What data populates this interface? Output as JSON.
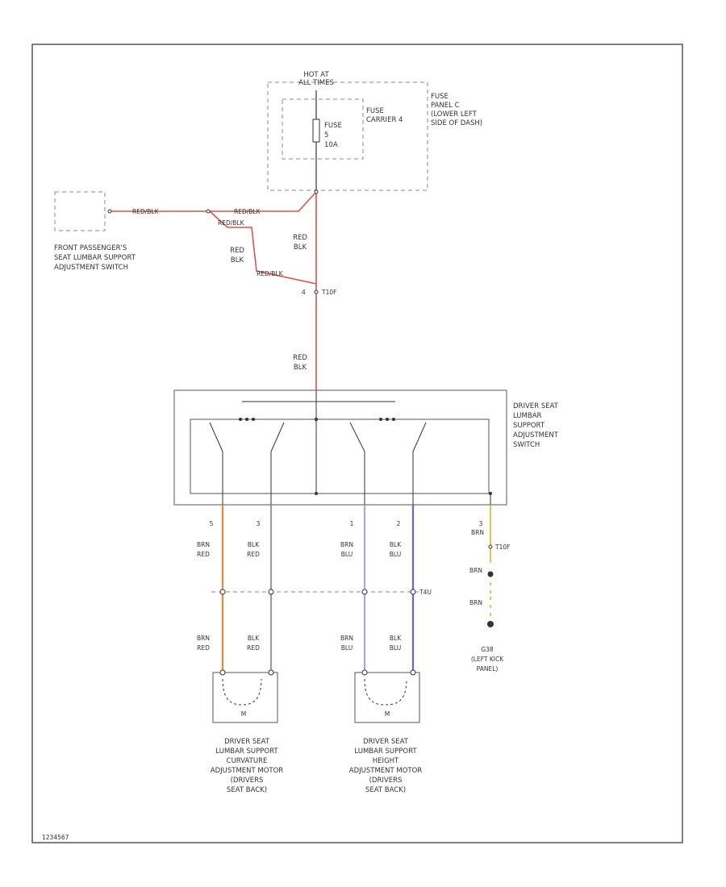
{
  "colors": {
    "red_black": "#d9534f",
    "brown_red": "#f0883a",
    "black_red": "#9a9a9a",
    "brown_blue": "#a9a5e6",
    "blue": "#6a62d8",
    "brown_yellow": "#e3c35a",
    "ground_wire": "#333333",
    "frame": "#555555",
    "dashed": "#888888"
  },
  "power": {
    "hot_label": [
      "HOT AT",
      "ALL TIMES"
    ],
    "fuse_label": [
      "FUSE",
      "5",
      "10A"
    ],
    "fuse_carrier_label": [
      "FUSE",
      "CARRIER 4"
    ],
    "fuse_panel_label": [
      "FUSE",
      "PANEL C",
      "(LOWER LEFT",
      "SIDE OF DASH)"
    ]
  },
  "passenger_switch": {
    "label": [
      "FRONT PASSENGER'S",
      "SEAT LUMBAR SUPPORT",
      "ADJUSTMENT SWITCH"
    ]
  },
  "wires": {
    "top_left_1": "RED/BLK",
    "top_left_2": "RED/BLK",
    "top_left_3": "RED/BLK",
    "branch_lower": "RED/BLK",
    "vert_1": [
      "RED",
      "BLK"
    ],
    "vert_2": [
      "RED",
      "BLK"
    ],
    "vert_main": [
      "RED",
      "BLK"
    ]
  },
  "connectors": {
    "t10f_top": "T10F",
    "t10f_right": "T10F",
    "t4u": "T4U",
    "pin_a": "4"
  },
  "driver_switch": {
    "label": [
      "DRIVER SEAT",
      "LUMBAR",
      "SUPPORT",
      "ADJUSTMENT",
      "SWITCH"
    ],
    "pins": [
      "5",
      "3",
      "1",
      "2",
      "3"
    ]
  },
  "lower_wires": {
    "w1_top": [
      "BRN",
      "RED"
    ],
    "w2_top": [
      "BLK",
      "RED"
    ],
    "w3_top": [
      "BRN",
      "BLU"
    ],
    "w4_top": [
      "BLK",
      "BLU"
    ],
    "w5_top": [
      "BRN"
    ],
    "w1_bot": [
      "BRN",
      "RED"
    ],
    "w2_bot": [
      "BLK",
      "RED"
    ],
    "w3_bot": [
      "BRN",
      "BLU"
    ],
    "w4_bot": [
      "BLK",
      "BLU"
    ],
    "w5_mid": "BRN",
    "w5_bot": "BRN"
  },
  "ground": {
    "label": [
      "G38",
      "(LEFT KICK",
      "PANEL)"
    ]
  },
  "motors": {
    "m1_symbol": "M",
    "m2_symbol": "M",
    "m1_label": [
      "DRIVER SEAT",
      "LUMBAR SUPPORT",
      "CURVATURE",
      "ADJUSTMENT MOTOR",
      "(DRIVERS",
      "SEAT BACK)"
    ],
    "m2_label": [
      "DRIVER SEAT",
      "LUMBAR SUPPORT",
      "HEIGHT",
      "ADJUSTMENT MOTOR",
      "(DRIVERS",
      "SEAT BACK)"
    ]
  },
  "footer": {
    "code": "1234567"
  }
}
